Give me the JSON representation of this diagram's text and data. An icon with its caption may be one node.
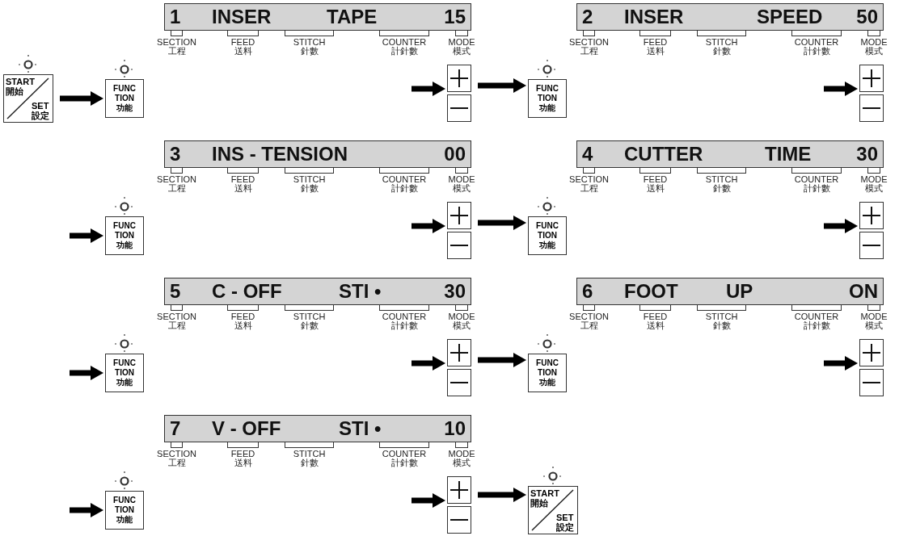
{
  "diagram": {
    "nodes": [
      {
        "text": [
          "1",
          "INSER",
          "TAPE",
          "15"
        ],
        "beside": [
          "SECTION",
          "工程",
          "FEED",
          "送料",
          "STITCH",
          "針數",
          "COUNTER",
          "計針數",
          "MODE",
          "模式"
        ]
      },
      {
        "text": [
          "2",
          "INSER",
          "SPEED",
          "50"
        ],
        "beside": [
          "SECTION",
          "工程",
          "FEED",
          "送料",
          "STITCH",
          "針數",
          "COUNTER",
          "計針數",
          "MODE",
          "模式"
        ]
      },
      {
        "text": [
          "START 開始",
          "SET 設定"
        ]
      },
      {
        "text": [
          "FUNC TION 功能"
        ]
      },
      {
        "text": [],
        "shape": "box"
      },
      {
        "text": [],
        "shape": "box"
      },
      {
        "text": [
          "FUNC TION 功能"
        ]
      },
      {
        "text": [],
        "shape": "box"
      },
      {
        "text": [],
        "shape": "box"
      },
      {
        "text": [
          "3",
          "INS - TENSION",
          "00"
        ],
        "beside": [
          "SECTION",
          "工程",
          "FEED",
          "送料",
          "STITCH",
          "針數",
          "COUNTER",
          "計針數",
          "MODE",
          "模式"
        ]
      },
      {
        "text": [
          "4",
          "CUTTER",
          "TIME",
          "30"
        ],
        "beside": [
          "SECTION",
          "工程",
          "FEED",
          "送料",
          "STITCH",
          "針數",
          "COUNTER",
          "計針數",
          "MODE",
          "模式"
        ]
      },
      {
        "text": [
          "FUNC TION 功能"
        ]
      },
      {
        "text": [],
        "shape": "box"
      },
      {
        "text": [],
        "shape": "box"
      },
      {
        "text": [
          "FUNC TION 功能"
        ]
      },
      {
        "text": [],
        "shape": "box"
      },
      {
        "text": [],
        "shape": "box"
      },
      {
        "text": [
          "5",
          "C - OFF",
          "STI •",
          "30"
        ],
        "beside": [
          "SECTION",
          "工程",
          "FEED",
          "送料",
          "STITCH",
          "針數",
          "COUNTER",
          "計針數",
          "MODE",
          "模式"
        ]
      },
      {
        "text": [
          "6",
          "FOOT",
          "UP",
          "ON"
        ],
        "beside": [
          "SECTION",
          "工程",
          "FEED",
          "送料",
          "STITCH",
          "針數",
          "COUNTER",
          "計針數",
          "MODE",
          "模式"
        ]
      },
      {
        "text": [
          "FUNC TION 功能"
        ]
      },
      {
        "text": [],
        "shape": "box"
      },
      {
        "text": [],
        "shape": "box"
      },
      {
        "text": [
          "FUNC TION 功能"
        ]
      },
      {
        "text": [],
        "shape": "box"
      },
      {
        "text": [],
        "shape": "box"
      },
      {
        "text": [
          "7",
          "V - OFF",
          "STI •",
          "10"
        ],
        "beside": [
          "SECTION",
          "工程",
          "FEED",
          "送料",
          "STITCH",
          "針數",
          "COUNTER",
          "計針數",
          "MODE",
          "模式"
        ]
      },
      {
        "text": [
          "FUNC TION 功能"
        ]
      },
      {
        "text": [],
        "shape": "box"
      },
      {
        "text": [],
        "shape": "box"
      },
      {
        "text": [
          "START 開始",
          "SET 設定"
        ]
      }
    ],
    "edges": [
      {
        "from": 2,
        "to": 3,
        "arrow": "to"
      },
      {
        "from": null,
        "to": 4,
        "arrow": "to"
      },
      {
        "from": 4,
        "to": 6,
        "arrow": "to"
      },
      {
        "from": null,
        "to": 7,
        "arrow": "to"
      },
      {
        "from": null,
        "to": 11,
        "arrow": "to"
      },
      {
        "from": null,
        "to": 12,
        "arrow": "to"
      },
      {
        "from": 12,
        "to": 14,
        "arrow": "to"
      },
      {
        "from": null,
        "to": 15,
        "arrow": "to"
      },
      {
        "from": null,
        "to": 19,
        "arrow": "to"
      },
      {
        "from": null,
        "to": 20,
        "arrow": "to"
      },
      {
        "from": 20,
        "to": 22,
        "arrow": "to"
      },
      {
        "from": null,
        "to": 23,
        "arrow": "to"
      },
      {
        "from": null,
        "to": 26,
        "arrow": "to"
      },
      {
        "from": null,
        "to": 27,
        "arrow": "to"
      },
      {
        "from": 27,
        "to": 29,
        "arrow": "to"
      }
    ]
  }
}
